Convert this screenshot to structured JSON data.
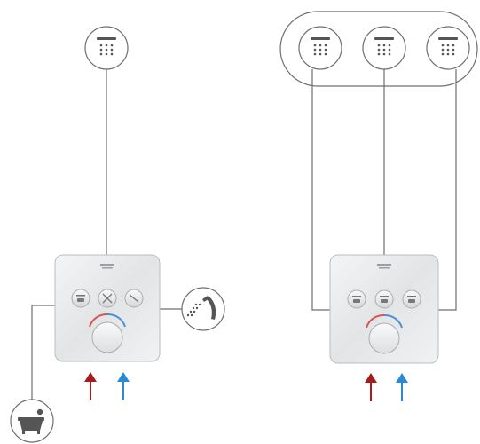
{
  "colors": {
    "line": "#6f6f6f",
    "icon": "#555555",
    "hot": "#a61c1c",
    "cold": "#2a8bd3",
    "panel": "#e6e8ea",
    "panel_edge": "#b9bcc0",
    "logo": "#9aa0a6"
  },
  "left_config": {
    "outlets": [
      "overhead-shower",
      "hand-shower",
      "bath-spout"
    ],
    "panel_buttons": [
      "overhead-shower",
      "body-shower",
      "hand-shower"
    ]
  },
  "right_config": {
    "outlets": [
      "overhead-shower",
      "overhead-shower",
      "overhead-shower"
    ],
    "panel_buttons": [
      "overhead-shower",
      "overhead-shower",
      "overhead-shower"
    ]
  },
  "supply": [
    "hot-water-arrow",
    "cold-water-arrow"
  ]
}
